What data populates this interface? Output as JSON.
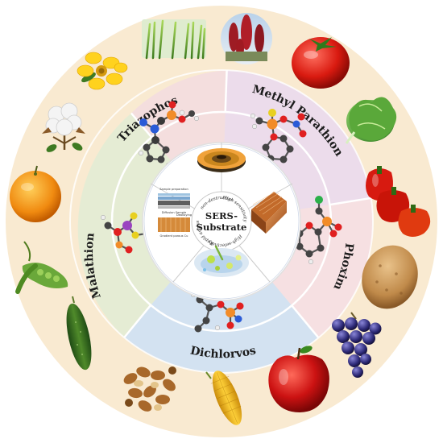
{
  "center": {
    "title_line1": "SERS-",
    "title_line2": "Substrate",
    "properties": [
      "non-destructive",
      "High-sensitivity",
      "High-selectivity",
      "Rapid analysis"
    ],
    "panel_labels": [
      "Sample preparation",
      "Diffusion Sample",
      "Gradient porous Cu",
      "Dealloying"
    ]
  },
  "pesticides": [
    "Triazophos",
    "Methyl Parathion",
    "Phoxim",
    "Dichlorvos",
    "Malathion"
  ],
  "produce": [
    "rice-plant",
    "sorghum",
    "tomato",
    "lettuce",
    "bell-peppers",
    "potato",
    "grapes",
    "apple",
    "corn",
    "mixed-nuts",
    "cucumber",
    "peas",
    "orange",
    "cotton",
    "rapeseed-flower"
  ],
  "colors": {
    "outer_ring": "#f9ead1",
    "triazophos": "#f4dede",
    "methyl_parathion": "#ecdceb",
    "phoxim": "#f6e0e2",
    "dichlorvos": "#d3e2f1",
    "malathion": "#e5ecd4",
    "core": "#ffffff"
  }
}
